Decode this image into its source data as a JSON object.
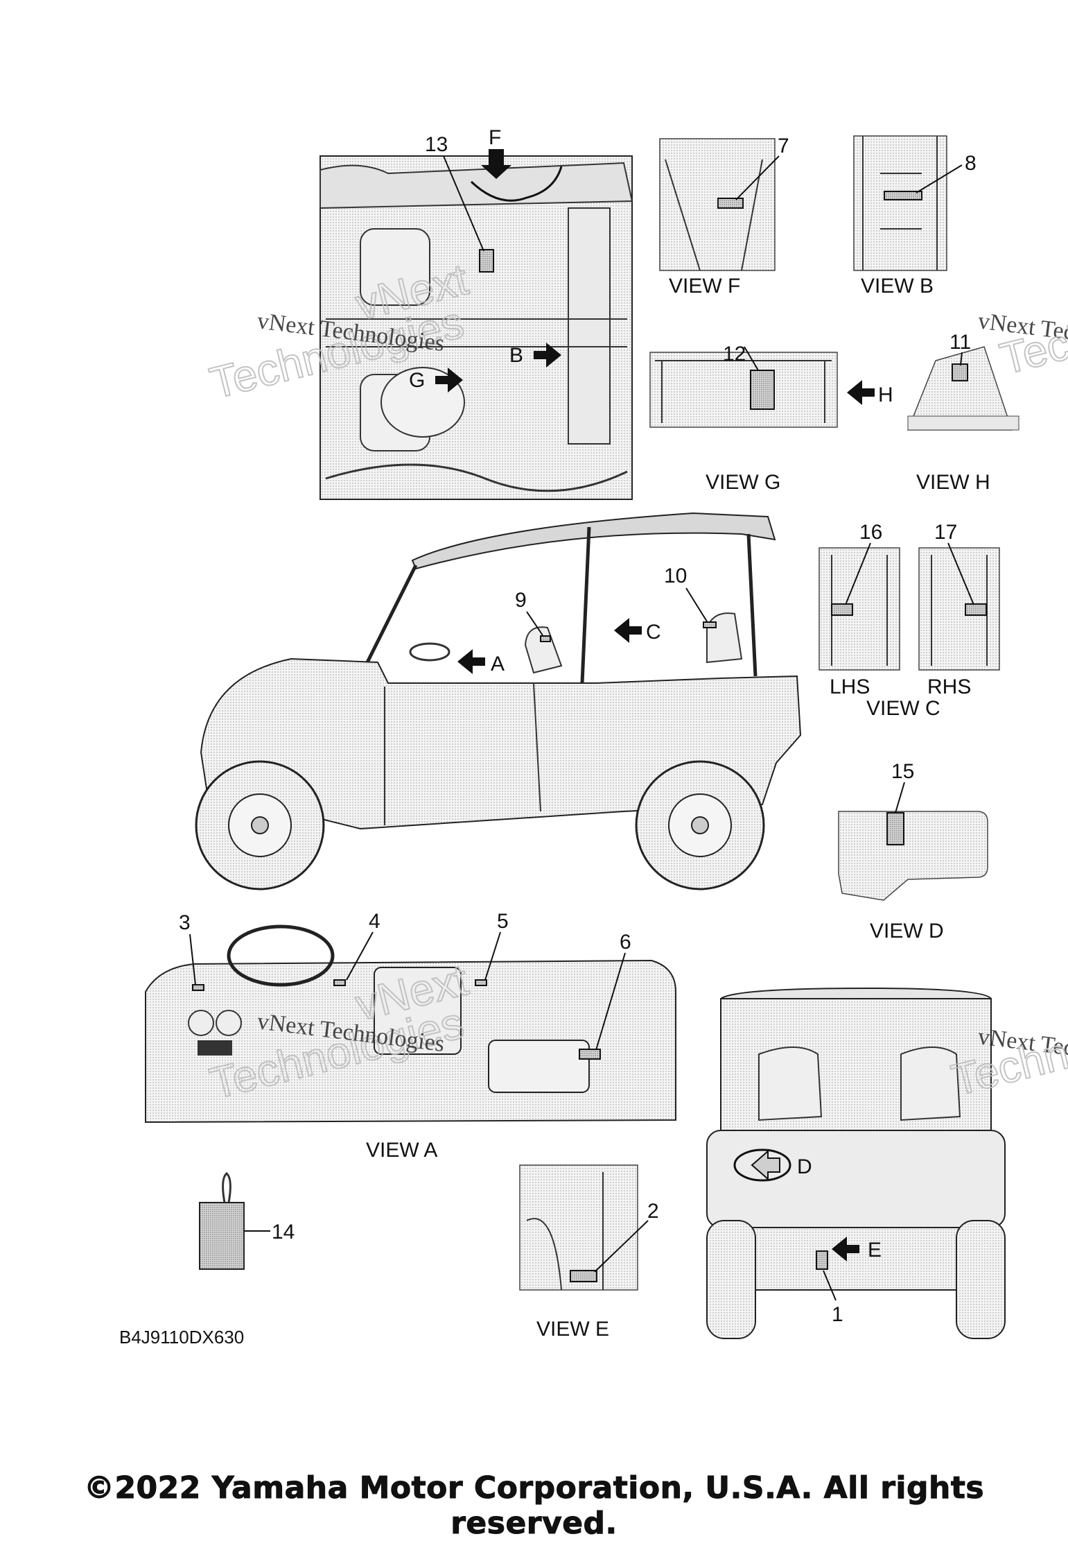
{
  "views": {
    "f": "VIEW F",
    "b": "VIEW B",
    "g": "VIEW G",
    "h": "VIEW H",
    "c": "VIEW C",
    "c_lhs": "LHS",
    "c_rhs": "RHS",
    "d": "VIEW D",
    "a": "VIEW A",
    "e": "VIEW E"
  },
  "view_arrows": {
    "f": "F",
    "b": "B",
    "g": "G",
    "h": "H",
    "c": "C",
    "a": "A",
    "d": "D",
    "e": "E"
  },
  "callouts": [
    "1",
    "2",
    "3",
    "4",
    "5",
    "6",
    "7",
    "8",
    "9",
    "10",
    "11",
    "12",
    "13",
    "14",
    "15",
    "16",
    "17"
  ],
  "diagram_code": "B4J9110DX630",
  "watermark": {
    "text": "vNext Technologies",
    "line1": "vNext",
    "line2": "Technologies"
  },
  "copyright": "©2022 Yamaha Motor Corporation, U.S.A. All rights reserved.",
  "colors": {
    "line": "#1a1a1a",
    "fill": "#ececec",
    "decal": "#c8c8c8",
    "watermark": "#bdbdbd"
  }
}
